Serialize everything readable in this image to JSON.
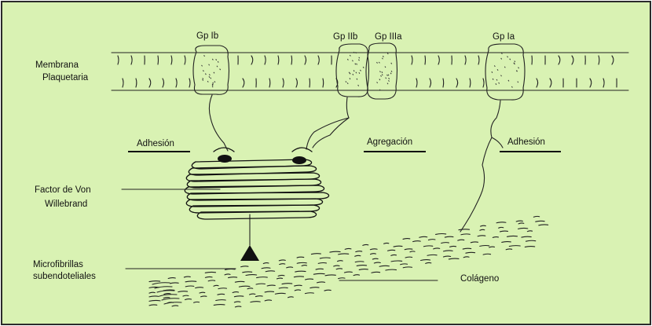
{
  "colors": {
    "background": "#d9f2b3",
    "border": "#2b2b2b",
    "ink": "#111111",
    "receptor_fill": "#d9f2b3"
  },
  "labels": {
    "membrana_line1": "Membrana",
    "membrana_line2": "Plaquetaria",
    "factor_line1": "Factor de Von",
    "factor_line2": "Willebrand",
    "micro_line1": "Microfibrillas",
    "micro_line2": "subendoteliales",
    "colageno": "Colágeno"
  },
  "receptors": {
    "gp_ib": "Gp Ib",
    "gp_iib": "Gp IIb",
    "gp_iiia": "Gp IIIa",
    "gp_ia": "Gp Ia"
  },
  "processes": {
    "adhesion_left": "Adhesión",
    "agregacion": "Agregación",
    "adhesion_right": "Adhesión"
  }
}
